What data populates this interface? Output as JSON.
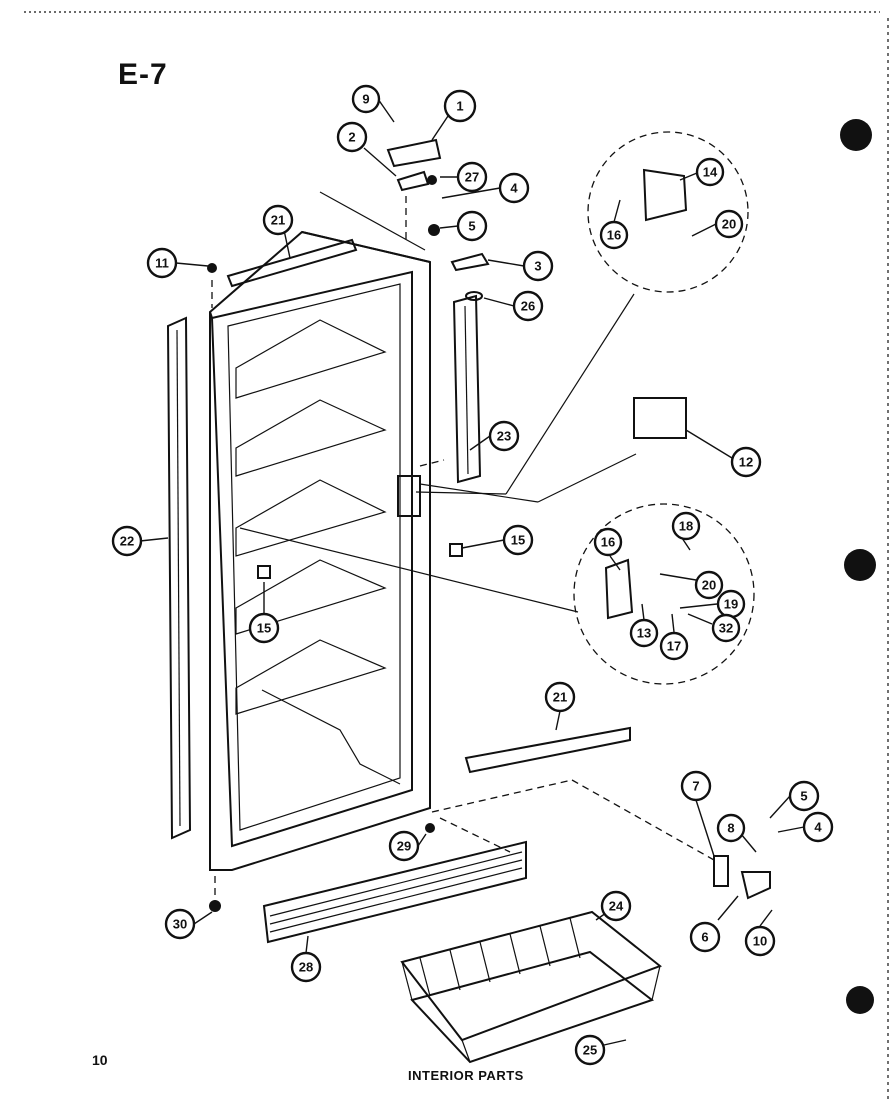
{
  "header": {
    "diagram_label": "E-7",
    "page_number": "10",
    "caption": "INTERIOR PARTS"
  },
  "callouts": {
    "c1": "1",
    "c2": "2",
    "c3": "3",
    "c4a": "4",
    "c4b": "4",
    "c5a": "5",
    "c5b": "5",
    "c6": "6",
    "c7": "7",
    "c8": "8",
    "c9": "9",
    "c10": "10",
    "c11": "11",
    "c12": "12",
    "c13": "13",
    "c14": "14",
    "c15a": "15",
    "c15b": "15",
    "c16a": "16",
    "c16b": "16",
    "c17": "17",
    "c18": "18",
    "c19": "19",
    "c20a": "20",
    "c20b": "20",
    "c21a": "21",
    "c21b": "21",
    "c22": "22",
    "c23": "23",
    "c24": "24",
    "c25": "25",
    "c26": "26",
    "c27": "27",
    "c28": "28",
    "c29": "29",
    "c30": "30",
    "c32": "32"
  }
}
